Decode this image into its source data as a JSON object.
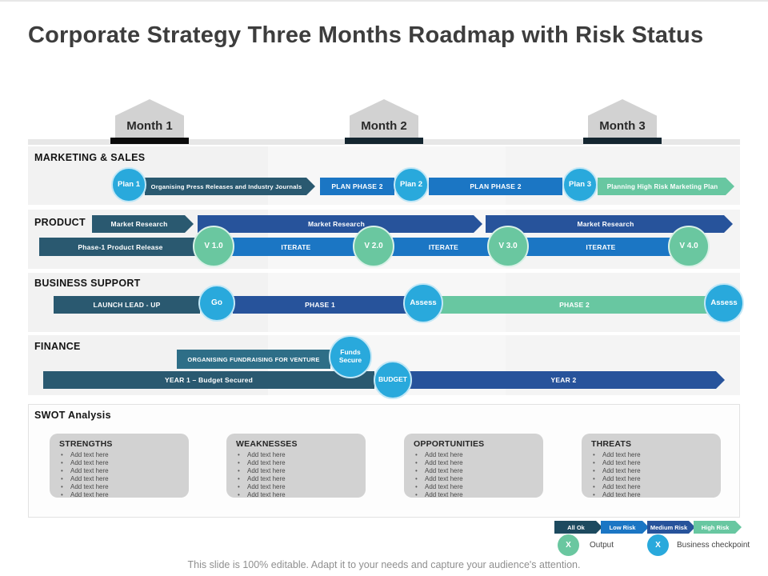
{
  "title": "Corporate Strategy Three Months Roadmap with Risk Status",
  "colors": {
    "teal": "#2a5970",
    "navy": "#27539b",
    "blue": "#1b76c4",
    "cyan": "#29a9dc",
    "green": "#68c7a1",
    "month_bar_dark": "#142630"
  },
  "months": [
    {
      "label": "Month 1"
    },
    {
      "label": "Month 2"
    },
    {
      "label": "Month 3"
    }
  ],
  "marketing": {
    "label": "MARKETING & SALES",
    "plan1": "Plan 1",
    "bar1": "Organising Press Releases and Industry Journals",
    "bar2": "PLAN PHASE 2",
    "plan2": "Plan 2",
    "bar3": "PLAN PHASE 2",
    "plan3": "Plan 3",
    "bar4": "Planning High Risk Marketing Plan"
  },
  "product": {
    "label": "PRODUCT",
    "research1": "Market Research",
    "research2": "Market Research",
    "research3": "Market Research",
    "phase1": "Phase-1 Product Release",
    "v1": "V 1.0",
    "iterate1": "ITERATE",
    "v2": "V 2.0",
    "iterate2": "ITERATE",
    "v3": "V 3.0",
    "iterate3": "ITERATE",
    "v4": "V 4.0"
  },
  "business": {
    "label": "BUSINESS SUPPORT",
    "bar1": "LAUNCH LEAD - UP",
    "go": "Go",
    "bar2": "PHASE 1",
    "assess1": "Assess",
    "bar3": "PHASE 2",
    "assess2": "Assess"
  },
  "finance": {
    "label": "FINANCE",
    "bar1": "ORGANISING FUNDRAISING FOR VENTURE",
    "funds": "Funds Secure",
    "bar2": "YEAR 1 – Budget Secured",
    "budget": "BUDGET",
    "bar3": "YEAR 2"
  },
  "swot": {
    "label": "SWOT Analysis",
    "boxes": [
      {
        "title": "STRENGTHS",
        "items": [
          "Add text here",
          "Add text here",
          "Add text here",
          "Add text here",
          "Add text here",
          "Add text here"
        ]
      },
      {
        "title": "WEAKNESSES",
        "items": [
          "Add text here",
          "Add text here",
          "Add text here",
          "Add text here",
          "Add text here",
          "Add text here"
        ]
      },
      {
        "title": "OPPORTUNITIES",
        "items": [
          "Add text here",
          "Add text here",
          "Add text here",
          "Add text here",
          "Add text here",
          "Add text here"
        ]
      },
      {
        "title": "THREATS",
        "items": [
          "Add text here",
          "Add text here",
          "Add text here",
          "Add text here",
          "Add text here",
          "Add text here"
        ]
      }
    ]
  },
  "legend": {
    "arrows": [
      {
        "label": "All Ok",
        "color": "#1d4a5f"
      },
      {
        "label": "Low Risk",
        "color": "#1b76c4"
      },
      {
        "label": "Medium Risk",
        "color": "#2b4e9b"
      },
      {
        "label": "High Risk",
        "color": "#68c7a1"
      }
    ],
    "output": {
      "symbol": "X",
      "label": "Output"
    },
    "checkpoint": {
      "symbol": "X",
      "label": "Business checkpoint"
    }
  },
  "footer": "This slide is 100% editable. Adapt it to your needs and capture your audience's attention."
}
